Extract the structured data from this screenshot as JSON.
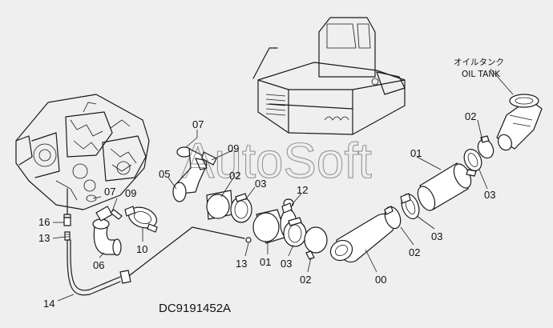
{
  "diagram_code": "DC9191452A",
  "watermark": "AutoSoft",
  "tank_label_ja": "オイルタンク",
  "tank_label_en": "OIL TANK",
  "callouts": {
    "c07_top": "07",
    "c09_top": "09",
    "c05": "05",
    "c02_a": "02",
    "c03_a": "03",
    "c12": "12",
    "c07_left": "07",
    "c09_left": "09",
    "c16": "16",
    "c13_left": "13",
    "c06": "06",
    "c10": "10",
    "c13_mid": "13",
    "c01_mid": "01",
    "c03_mid": "03",
    "c02_mid": "02",
    "c00": "00",
    "c02_r": "02",
    "c03_r": "03",
    "c01_r": "01",
    "c02_top": "02",
    "c03_top": "03",
    "c14": "14"
  }
}
